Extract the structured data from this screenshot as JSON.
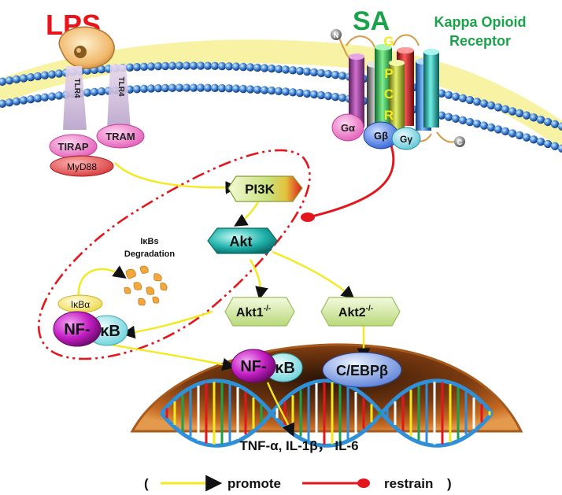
{
  "stimulus": {
    "lps": "LPS",
    "sa": "SA",
    "receptor_line1": "Kappa Opioid",
    "receptor_line2": "Receptor"
  },
  "tlr4": {
    "left": "TLR4",
    "right": "TLR4"
  },
  "adaptors": {
    "tirap": "TIRAP",
    "tram": "TRAM",
    "myd88": "MyD88"
  },
  "gpcr": {
    "letters": [
      "G",
      "P",
      "C",
      "R"
    ],
    "g_alpha": "Gα",
    "g_beta": "Gβ",
    "g_gamma": "Gγ",
    "n_term": "N",
    "c_term": "C"
  },
  "signaling": {
    "pi3k": "PI3K",
    "akt": "Akt",
    "akt1_base": "Akt1",
    "akt1_sup": "-/-",
    "akt2_base": "Akt2",
    "akt2_sup": "-/-"
  },
  "nfkb_complex": {
    "ikba": "IκBα",
    "nf": "NF-",
    "kb": "κB",
    "degradation_line1": "IκBs",
    "degradation_line2": "Degradation"
  },
  "nucleus": {
    "nf": "NF-",
    "kb": "κB",
    "cebp": "C/EBPβ"
  },
  "cytokines": "TNF-α, IL-1β， IL-6",
  "legend": {
    "open_paren": "(",
    "promote": "promote",
    "restrain": "restrain",
    "close_paren": ")"
  },
  "colors": {
    "lps": "#e8141b",
    "sa": "#1aa34a",
    "promote_arrow": "#f2ea1d",
    "restrain_line": "#e2161c",
    "akt": "#17b6b0",
    "dash_ellipse": "#e2161c"
  }
}
